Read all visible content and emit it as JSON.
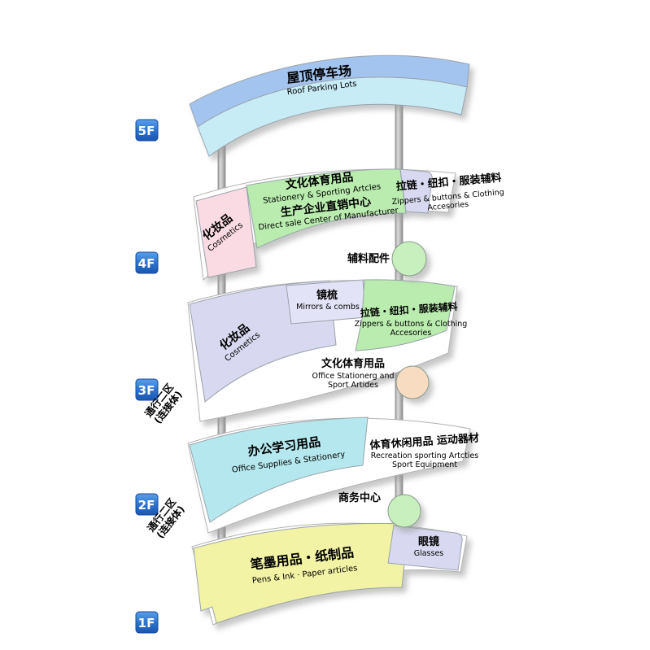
{
  "colors": {
    "roof_top": "#a3c4ef",
    "roof_face": "#c8ecf6",
    "pink": "#fadbe3",
    "green": "#b9ecae",
    "green_light": "#c8efbe",
    "lavender": "#d8d9f0",
    "lavender_light": "#e3e3f7",
    "cyan": "#b5e8ee",
    "yellow": "#f3f3a5",
    "peach": "#f8dcc2"
  },
  "badges": [
    {
      "label": "5F"
    },
    {
      "label": "4F"
    },
    {
      "label": "3F"
    },
    {
      "label": "2F"
    },
    {
      "label": "1F"
    }
  ],
  "f5": {
    "roof": {
      "zh": "屋顶停车场",
      "en": "Roof Parking Lots"
    }
  },
  "f4": {
    "cosmetics": {
      "zh": "化妆品",
      "en": "Cosmetics"
    },
    "stationery": {
      "zh": "文化体育用品",
      "en": "Stationery & Sporting Artcles"
    },
    "direct_sale": {
      "zh": "生产企业直销中心",
      "en": "Direct sale Center of Manufacturer"
    },
    "zippers": {
      "zh": "拉链・纽扣・服装辅料",
      "en1": "Zippers & buttons & Clothing",
      "en2": "Accesories"
    },
    "accessory_parts": {
      "zh": "辅料配件"
    }
  },
  "f3": {
    "mirrors": {
      "zh": "镜梳",
      "en": "Mirrors & combs"
    },
    "cosmetics": {
      "zh": "化妆品",
      "en": "Cosmetics"
    },
    "zippers": {
      "zh": "拉链・纽扣・服装辅料",
      "en1": "Zippers & buttons & Clothing",
      "en2": "Accesories"
    },
    "stationery": {
      "zh": "文化体育用品",
      "en1": "Office Stationerg and",
      "en2": "Sport Artides"
    },
    "passage": {
      "line1": "通行二区",
      "line2": "(连接体)"
    }
  },
  "f2": {
    "office": {
      "zh": "办公学习用品",
      "en": "Office Supplies & Stationery"
    },
    "sports": {
      "zh": "体育休闲用品 运动器材",
      "en1": "Recreation sporting Artcties",
      "en2": "Sport Equipment"
    },
    "business": {
      "zh": "商务中心"
    },
    "passage": {
      "line1": "通行二区",
      "line2": "(连接体)"
    }
  },
  "f1": {
    "pens": {
      "zh": "笔墨用品・纸制品",
      "en": "Pens & Ink · Paper articles"
    },
    "glasses": {
      "zh": "眼镜",
      "en": "Glasses"
    }
  }
}
